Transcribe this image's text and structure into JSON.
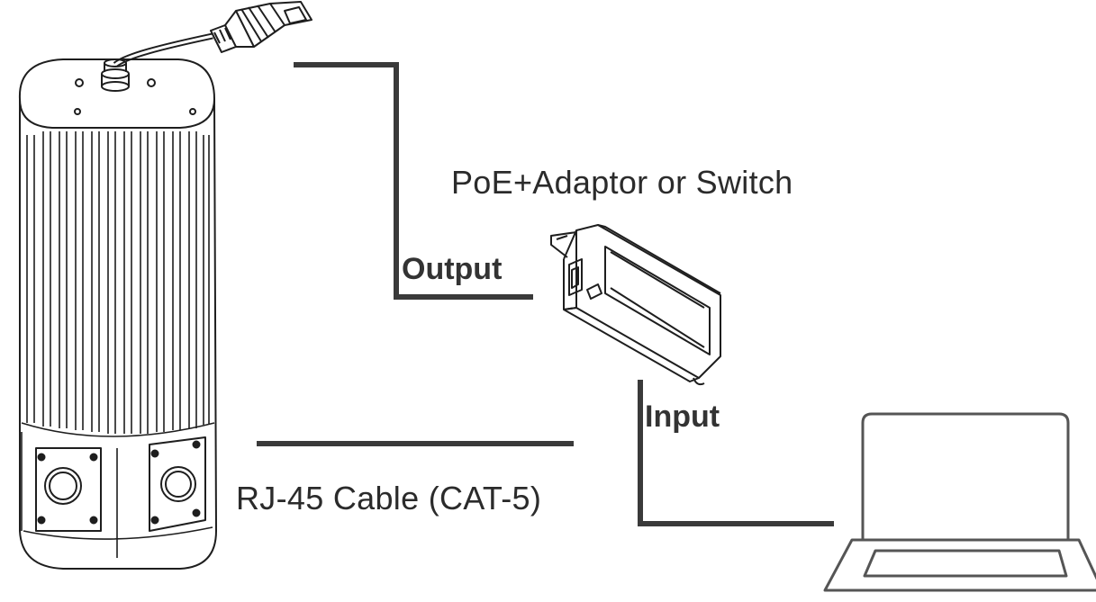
{
  "labels": {
    "adaptor_title": "PoE+Adaptor or Switch",
    "output": "Output",
    "input": "Input",
    "cable": "RJ-45 Cable (CAT-5)"
  },
  "components": {
    "camera": "camera-unit",
    "adaptor": "poe-adaptor",
    "laptop": "laptop"
  },
  "colors": {
    "line": "#3a3a3a",
    "text": "#2b2b2b",
    "stroke": "#1e1e1e",
    "laptop_stroke": "#555555"
  }
}
